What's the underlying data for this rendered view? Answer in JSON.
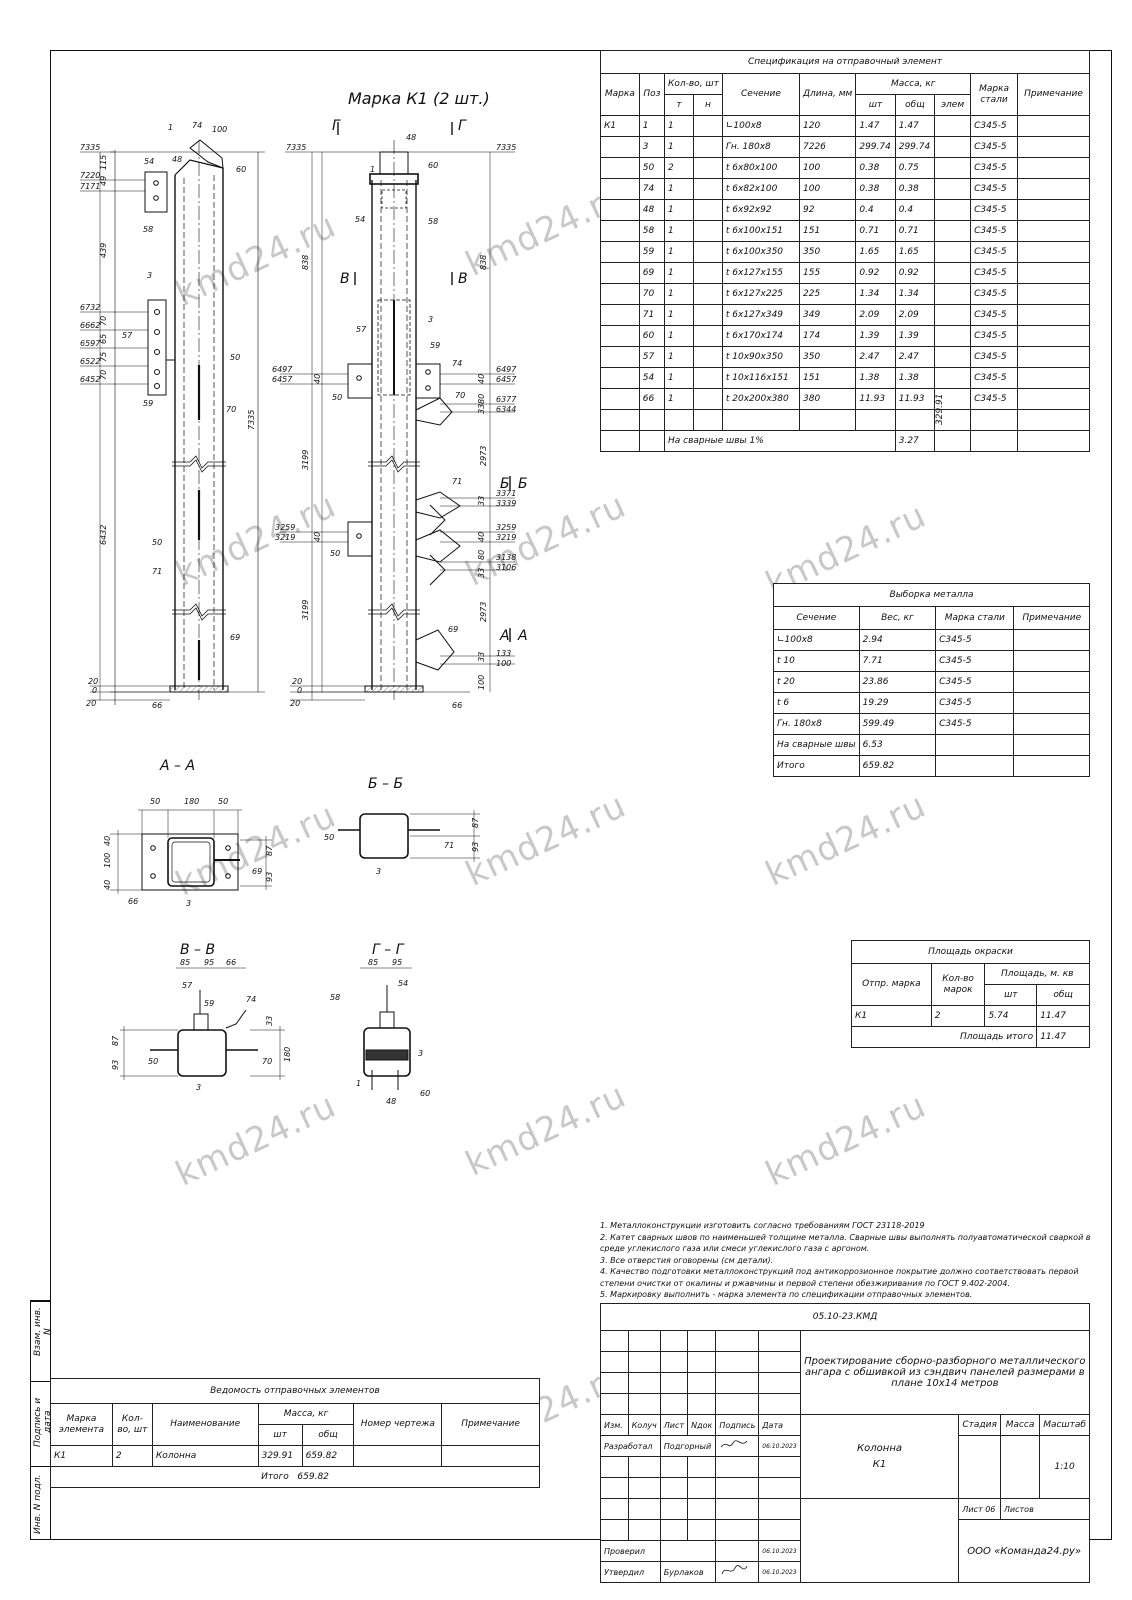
{
  "drawing": {
    "mark_title": "Марка К1 (2 шт.)",
    "section_labels": [
      "А – А",
      "Б – Б",
      "В – В",
      "Г – Г"
    ],
    "cut_letters": [
      "Г",
      "Г",
      "В",
      "В",
      "Б",
      "Б",
      "А",
      "А"
    ],
    "left_dims": [
      "7335",
      "7220",
      "7171",
      "6732",
      "6662",
      "6597",
      "6522",
      "6452",
      "20",
      "0",
      "20"
    ],
    "left_vdims": [
      "115",
      "49",
      "439",
      "70",
      "65",
      "75",
      "70",
      "6432",
      "7335"
    ],
    "mid_dims": [
      "7335",
      "6497",
      "6457",
      "3259",
      "3219",
      "20",
      "0",
      "20"
    ],
    "mid_vdims": [
      "838",
      "3199",
      "3199",
      "40",
      "40"
    ],
    "right_dims": [
      "7335",
      "6497",
      "6457",
      "6377",
      "6344",
      "3371",
      "3339",
      "3259",
      "3219",
      "3138",
      "3106",
      "133",
      "100"
    ],
    "right_vdims": [
      "838",
      "2973",
      "2973",
      "40",
      "80",
      "33",
      "33",
      "40",
      "80",
      "33",
      "33",
      "100"
    ],
    "part_marks": [
      "1",
      "74",
      "100",
      "48",
      "54",
      "60",
      "58",
      "3",
      "57",
      "50",
      "59",
      "70",
      "71",
      "69",
      "66"
    ],
    "sec_dims": [
      "50",
      "180",
      "50",
      "40",
      "100",
      "40",
      "87",
      "93",
      "85",
      "95",
      "66",
      "33",
      "180",
      "87",
      "93",
      "85",
      "95"
    ]
  },
  "spec": {
    "title": "Спецификация на отправочный элемент",
    "headers": {
      "marka": "Марка",
      "poz": "Поз",
      "kolvo": "Кол-во, шт",
      "t": "т",
      "n": "н",
      "sechenie": "Сечение",
      "dlina": "Длина, мм",
      "massa": "Масса, кг",
      "sht": "шт",
      "obsh": "общ",
      "elem": "элем",
      "marka_stali": "Марка стали",
      "primech": "Примечание"
    },
    "rows": [
      {
        "marka": "К1",
        "poz": "1",
        "t": "1",
        "n": "",
        "sech": "∟100х8",
        "len": "120",
        "sht": "1.47",
        "obsh": "1.47",
        "steel": "С345-5"
      },
      {
        "marka": "",
        "poz": "3",
        "t": "1",
        "n": "",
        "sech": "Гн.  180х8",
        "len": "7226",
        "sht": "299.74",
        "obsh": "299.74",
        "steel": "С345-5"
      },
      {
        "marka": "",
        "poz": "50",
        "t": "2",
        "n": "",
        "sech": "t 6х80х100",
        "len": "100",
        "sht": "0.38",
        "obsh": "0.75",
        "steel": "С345-5"
      },
      {
        "marka": "",
        "poz": "74",
        "t": "1",
        "n": "",
        "sech": "t 6х82х100",
        "len": "100",
        "sht": "0.38",
        "obsh": "0.38",
        "steel": "С345-5"
      },
      {
        "marka": "",
        "poz": "48",
        "t": "1",
        "n": "",
        "sech": "t 6х92х92",
        "len": "92",
        "sht": "0.4",
        "obsh": "0.4",
        "steel": "С345-5"
      },
      {
        "marka": "",
        "poz": "58",
        "t": "1",
        "n": "",
        "sech": "t 6х100х151",
        "len": "151",
        "sht": "0.71",
        "obsh": "0.71",
        "steel": "С345-5"
      },
      {
        "marka": "",
        "poz": "59",
        "t": "1",
        "n": "",
        "sech": "t 6х100х350",
        "len": "350",
        "sht": "1.65",
        "obsh": "1.65",
        "steel": "С345-5"
      },
      {
        "marka": "",
        "poz": "69",
        "t": "1",
        "n": "",
        "sech": "t 6х127х155",
        "len": "155",
        "sht": "0.92",
        "obsh": "0.92",
        "steel": "С345-5"
      },
      {
        "marka": "",
        "poz": "70",
        "t": "1",
        "n": "",
        "sech": "t 6х127х225",
        "len": "225",
        "sht": "1.34",
        "obsh": "1.34",
        "steel": "С345-5"
      },
      {
        "marka": "",
        "poz": "71",
        "t": "1",
        "n": "",
        "sech": "t 6х127х349",
        "len": "349",
        "sht": "2.09",
        "obsh": "2.09",
        "steel": "С345-5"
      },
      {
        "marka": "",
        "poz": "60",
        "t": "1",
        "n": "",
        "sech": "t 6х170х174",
        "len": "174",
        "sht": "1.39",
        "obsh": "1.39",
        "steel": "С345-5"
      },
      {
        "marka": "",
        "poz": "57",
        "t": "1",
        "n": "",
        "sech": "t 10х90х350",
        "len": "350",
        "sht": "2.47",
        "obsh": "2.47",
        "steel": "С345-5"
      },
      {
        "marka": "",
        "poz": "54",
        "t": "1",
        "n": "",
        "sech": "t 10х116х151",
        "len": "151",
        "sht": "1.38",
        "obsh": "1.38",
        "steel": "С345-5"
      },
      {
        "marka": "",
        "poz": "66",
        "t": "1",
        "n": "",
        "sech": "t 20х200х380",
        "len": "380",
        "sht": "11.93",
        "obsh": "11.93",
        "steel": "С345-5"
      }
    ],
    "welds_label": "На сварные швы 1%",
    "welds_value": "3.27",
    "elem_total": "329.91"
  },
  "metal": {
    "title": "Выборка металла",
    "headers": [
      "Сечение",
      "Вес, кг",
      "Марка стали",
      "Примечание"
    ],
    "rows": [
      {
        "sech": "∟100х8",
        "wt": "2.94",
        "steel": "С345-5"
      },
      {
        "sech": "t 10",
        "wt": "7.71",
        "steel": "С345-5"
      },
      {
        "sech": "t 20",
        "wt": "23.86",
        "steel": "С345-5"
      },
      {
        "sech": "t 6",
        "wt": "19.29",
        "steel": "С345-5"
      },
      {
        "sech": "Гн.   180х8",
        "wt": "599.49",
        "steel": "С345-5"
      },
      {
        "sech": "На сварные швы",
        "wt": "6.53",
        "steel": ""
      },
      {
        "sech": "Итого",
        "wt": "659.82",
        "steel": ""
      }
    ]
  },
  "paint": {
    "title": "Площадь окраски",
    "h_mark": "Отпр. марка",
    "h_count": "Кол-во марок",
    "h_area": "Площадь, м. кв",
    "h_sht": "шт",
    "h_obsh": "общ",
    "row": {
      "mark": "К1",
      "count": "2",
      "sht": "5.74",
      "obsh": "11.47"
    },
    "total_label": "Площадь итого",
    "total_value": "11.47"
  },
  "notes": [
    "1. Металлоконструкции изготовить согласно требованиям ГОСТ 23118-2019",
    "2. Катет сварных швов по наименьшей толщине металла. Сварные швы выполнять полуавтоматической сваркой в среде углекислого газа или смеси углекислого газа с аргоном.",
    "3. Все отверстия оговорены (см детали).",
    "4. Качество подготовки металлоконструкций под антикоррозионное покрытие должно соответствовать первой степени очистки от окалины и ржавчины и первой степени обезжиривания по ГОСТ 9.402-2004.",
    "5. Маркировку выполнить - марка элемента по спецификации отправочных элементов."
  ],
  "title_block": {
    "code": "05.10-23.КМД",
    "project": "Проектирование сборно-разборного металлического ангара с обшивкой из сэндвич панелей размерами в плане 10х14 метров",
    "h_izm": "Изм.",
    "h_koluch": "Колуч",
    "h_list": "Лист",
    "h_ndok": "Nдок",
    "h_podpis": "Подпись",
    "h_data": "Дата",
    "r1_role": "Разработал",
    "r1_name": "Подгорный",
    "r1_date": "06.10.2023",
    "r2_role": "Проверил",
    "r2_date": "06.10.2023",
    "r3_role": "Утвердил",
    "r3_name": "Бурлаков",
    "r3_date": "06.10.2023",
    "element": "Колонна",
    "element_mark": "К1",
    "h_stadia": "Стадия",
    "h_massa": "Масса",
    "h_masshtab": "Масштаб",
    "scale": "1:10",
    "sheet": "Лист 06",
    "sheets": "Листов",
    "company": "ООО «Команда24.ру»"
  },
  "vedomost": {
    "title": "Ведомость отправочных элементов",
    "h_marka": "Марка элемента",
    "h_kolvo": "Кол-во, шт",
    "h_name": "Наименование",
    "h_massa": "Масса, кг",
    "h_sht": "шт",
    "h_obsh": "общ",
    "h_nomer": "Номер чертежа",
    "h_prim": "Примечание",
    "row": {
      "marka": "К1",
      "kolvo": "2",
      "name": "Колонна",
      "sht": "329.91",
      "obsh": "659.82"
    },
    "total_label": "Итого",
    "total_value": "659.82"
  },
  "side_stamps": [
    "Взам. инв. N",
    "Подпись и дата",
    "Инв. N подл."
  ],
  "watermark": "kmd24.ru"
}
